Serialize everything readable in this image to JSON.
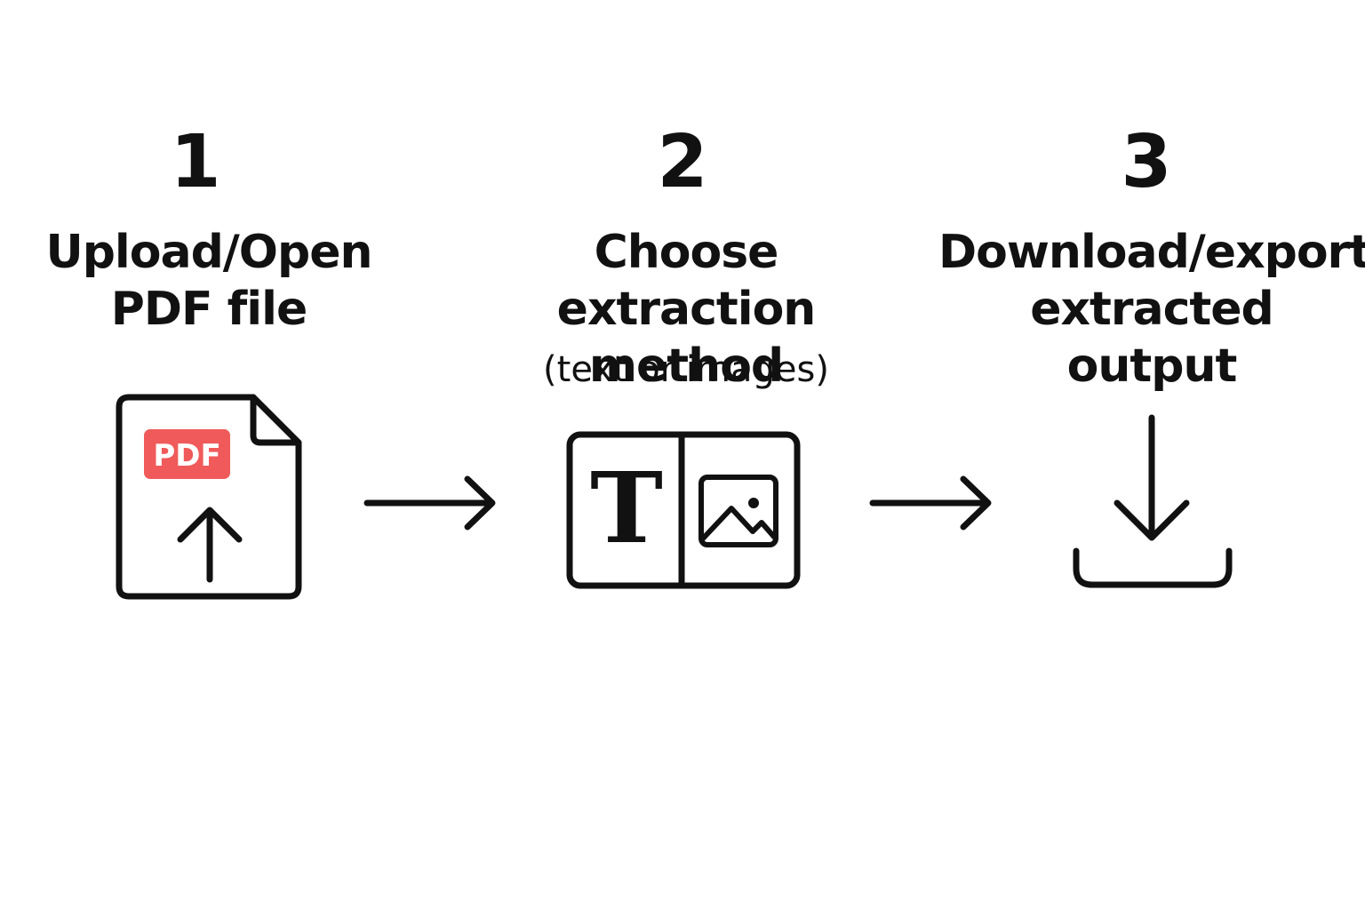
{
  "steps": [
    {
      "number": "1",
      "title_line1": "Upload/Open",
      "title_line2": "PDF file",
      "subtitle": "",
      "icon": "pdf-upload-icon",
      "badge_text": "PDF"
    },
    {
      "number": "2",
      "title_line1": "Choose extraction",
      "title_line2": "method",
      "subtitle": "(text or images)",
      "icon": "text-image-icon",
      "glyph": "T"
    },
    {
      "number": "3",
      "title_line1": "Download/export",
      "title_line2": "extracted output",
      "subtitle": "",
      "icon": "download-icon"
    }
  ],
  "colors": {
    "stroke": "#111111",
    "badge": "#f05a5a",
    "background": "#ffffff"
  }
}
